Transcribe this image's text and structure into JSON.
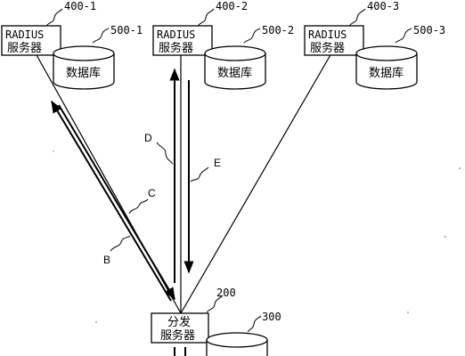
{
  "servers": [
    {
      "ref": "400-1",
      "line1": "RADIUS",
      "line2": "服务器",
      "db_ref": "500-1",
      "db_label": "数据库"
    },
    {
      "ref": "400-2",
      "line1": "RADIUS",
      "line2": "服务器",
      "db_ref": "500-2",
      "db_label": "数据库"
    },
    {
      "ref": "400-3",
      "line1": "RADIUS",
      "line2": "服务器",
      "db_ref": "500-3",
      "db_label": "数据库"
    }
  ],
  "dispatcher": {
    "ref": "200",
    "line1": "分发",
    "line2": "服务器"
  },
  "dispatcher_db": {
    "ref": "300"
  },
  "arrow_labels": {
    "b": "B",
    "c": "C",
    "d": "D",
    "e": "E"
  }
}
